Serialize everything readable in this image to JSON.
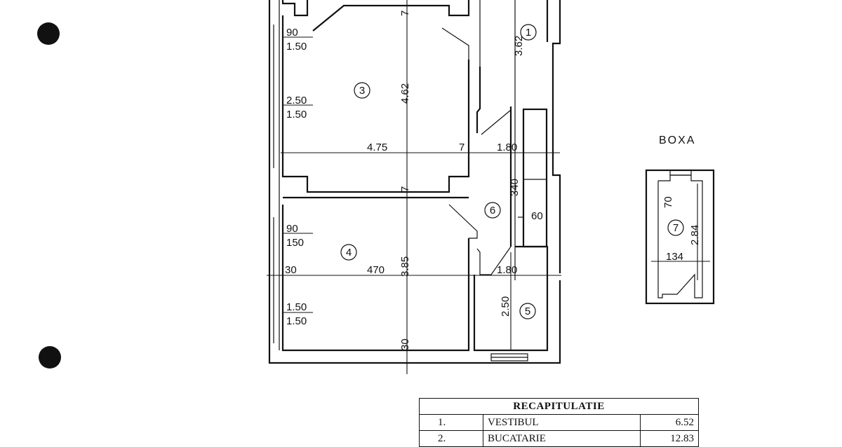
{
  "boxa": {
    "title": "BOXA",
    "room": "7",
    "dims": [
      "70",
      "2.84",
      "134"
    ]
  },
  "rooms": [
    "1",
    "3",
    "4",
    "5",
    "6"
  ],
  "dims": {
    "d90a": "90",
    "d150a": "1.50",
    "d250": "2.50",
    "d150b": "1.50",
    "d90b": "90",
    "d150c": "150",
    "d30a": "30",
    "d150d": "1.50",
    "d150e": "1.50",
    "d475": "4.75",
    "d7a": "7",
    "d180a": "1.80",
    "d462": "4.62",
    "d7b": "7",
    "d7c": "7",
    "d362": "3.62",
    "d340": "340",
    "d60": "60",
    "d470": "470",
    "d385": "3.85",
    "d180b": "1.80",
    "d250b": "2.50",
    "d30b": "30"
  },
  "recap": {
    "title": "RECAPITULATIE",
    "rows": [
      {
        "num": "1.",
        "name": "VESTIBUL",
        "area": "6.52"
      },
      {
        "num": "2.",
        "name": "BUCATARIE",
        "area": "12.83"
      }
    ]
  }
}
